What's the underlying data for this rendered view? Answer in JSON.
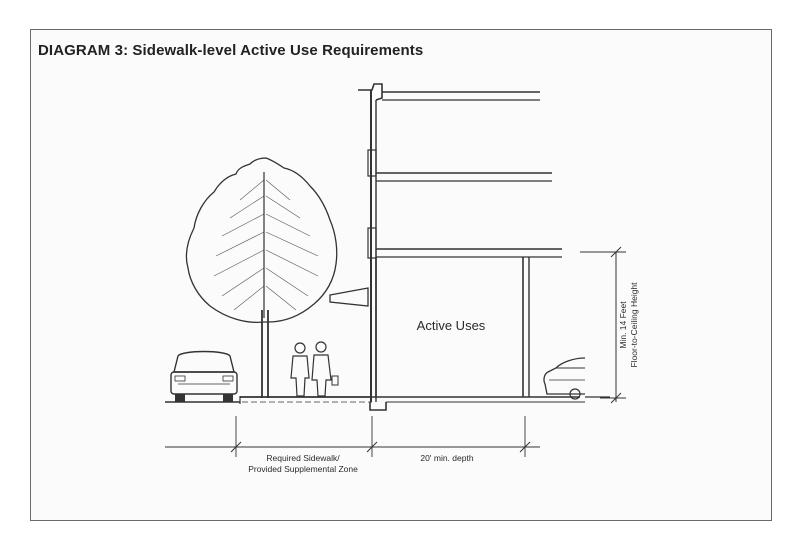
{
  "title": "DIAGRAM 3: Sidewalk-level Active Use Requirements",
  "labels": {
    "active_uses": "Active Uses",
    "height_line1": "Min. 14 Feet",
    "height_line2": "Floor-to-Ceiling Height",
    "sidewalk_line1": "Required Sidewalk/",
    "sidewalk_line2": "Provided Supplemental Zone",
    "depth": "20' min. depth"
  }
}
